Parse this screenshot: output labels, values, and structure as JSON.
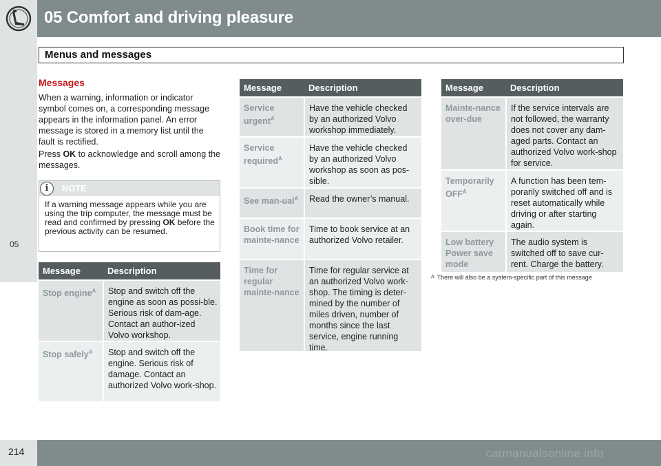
{
  "header": {
    "chapter_title": "05 Comfort and driving pleasure",
    "section_title": "Menus and messages"
  },
  "side_tab": {
    "chapter_number": "05"
  },
  "footer": {
    "page_number": "214",
    "watermark": "carmanualsonline.info"
  },
  "intro": {
    "heading": "Messages",
    "paragraph1": "When a warning, information or indicator symbol comes on, a corresponding message appears in the information panel. An error message is stored in a memory list until the fault is rectified.",
    "paragraph2_before": "Press ",
    "paragraph2_bold": "OK",
    "paragraph2_after": " to acknowledge and scroll among the messages."
  },
  "note": {
    "label": "NOTE",
    "icon": "info-icon",
    "text_before": "If a warning message appears while you are using the trip computer, the message must be read and confirmed by pressing ",
    "text_bold": "OK",
    "text_after": " before the previous activity can be resumed."
  },
  "tables": [
    {
      "header_message": "Message",
      "header_description": "Description",
      "rows": [
        {
          "message": "Stop engine",
          "footnote_mark": "A",
          "description": "Stop and switch off the engine as soon as possi-ble. Serious risk of dam-age. Contact an author-ized Volvo workshop."
        },
        {
          "message": "Stop safely",
          "footnote_mark": "A",
          "description": "Stop and switch off the engine. Serious risk of damage. Contact an authorized Volvo work-shop."
        }
      ]
    },
    {
      "header_message": "Message",
      "header_description": "Description",
      "rows": [
        {
          "message": "Service urgent",
          "footnote_mark": "A",
          "description": "Have the vehicle checked by an authorized Volvo workshop immediately."
        },
        {
          "message": "Service required",
          "footnote_mark": "A",
          "description": "Have the vehicle checked by an authorized Volvo workshop as soon as pos-sible."
        },
        {
          "message": "See man-ual",
          "footnote_mark": "A",
          "description": "Read the owner’s manual."
        },
        {
          "message": "Book time for mainte-nance",
          "footnote_mark": "",
          "description": "Time to book service at an authorized Volvo retailer."
        },
        {
          "message": "Time for regular mainte-nance",
          "footnote_mark": "",
          "description": "Time for regular service at an authorized Volvo work-shop. The timing is deter-mined by the number of miles driven, number of months since the last service, engine running time."
        }
      ]
    },
    {
      "header_message": "Message",
      "header_description": "Description",
      "rows": [
        {
          "message": "Mainte-nance over-due",
          "footnote_mark": "",
          "description": "If the service intervals are not followed, the warranty does not cover any dam-aged parts. Contact an authorized Volvo work-shop for service."
        },
        {
          "message": "Temporarily OFF",
          "footnote_mark": "A",
          "description": "A function has been tem-porarily switched off and is reset automatically while driving or after starting again."
        },
        {
          "message": "Low battery Power save mode",
          "footnote_mark": "",
          "description": "The audio system is switched off to save cur-rent. Charge the battery."
        }
      ]
    }
  ],
  "footnote": {
    "mark": "A",
    "text": "There will also be a system-specific part of this message"
  },
  "colors": {
    "header_band": "#808b8c",
    "light_tile": "#dfe3e4",
    "table_header": "#555d5e",
    "heading_red": "#c4171c",
    "message_text": "#8f9899"
  }
}
